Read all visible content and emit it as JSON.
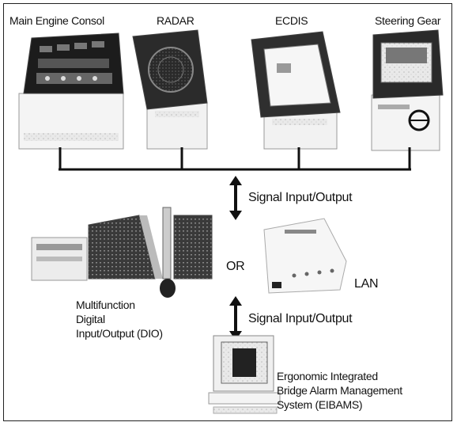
{
  "devices": {
    "main_engine": "Main Engine Consol",
    "radar": "RADAR",
    "ecdis": "ECDIS",
    "steering": "Steering Gear"
  },
  "signal_top": "Signal Input/Output",
  "signal_bottom": "Signal Input/Output",
  "or_label": "OR",
  "lan_label": "LAN",
  "dio": {
    "line1": "Multifunction",
    "line2": "Digital",
    "line3": "Input/Output (DIO)"
  },
  "eibams": {
    "line1": "Ergonomic Integrated",
    "line2": "Bridge Alarm Management",
    "line3": "System (EIBAMS)"
  }
}
